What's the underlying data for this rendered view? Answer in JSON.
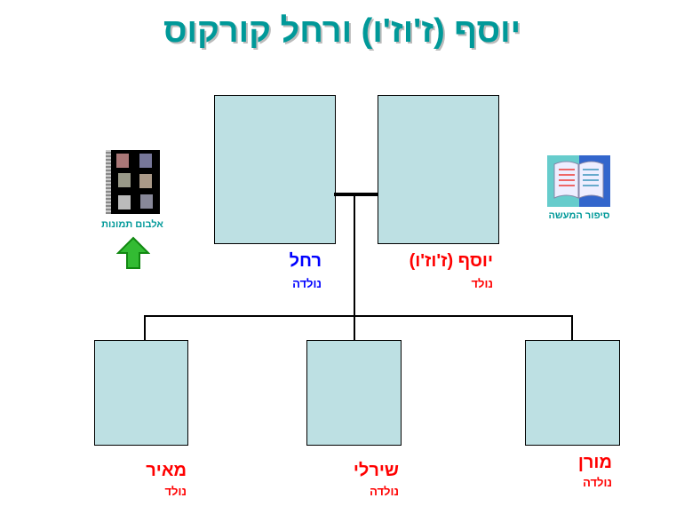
{
  "title": "יוסף (ז'וז'ו) ורחל קורקוס",
  "parents": [
    {
      "name": "רחל",
      "status": "נולדה"
    },
    {
      "name": "יוסף (ז'וז'ו)",
      "status": "נולד"
    }
  ],
  "children": [
    {
      "name": "מאיר",
      "status": "נולד"
    },
    {
      "name": "שירלי",
      "status": "נולדה"
    },
    {
      "name": "מורן",
      "status": "נולדה"
    }
  ],
  "album": {
    "label": "אלבום תמונות"
  },
  "story": {
    "label": "סיפור המעשה"
  },
  "colors": {
    "title": "#009999",
    "box": "#bde0e3",
    "male": "#ff0000",
    "female_parent": "#0000ff"
  }
}
